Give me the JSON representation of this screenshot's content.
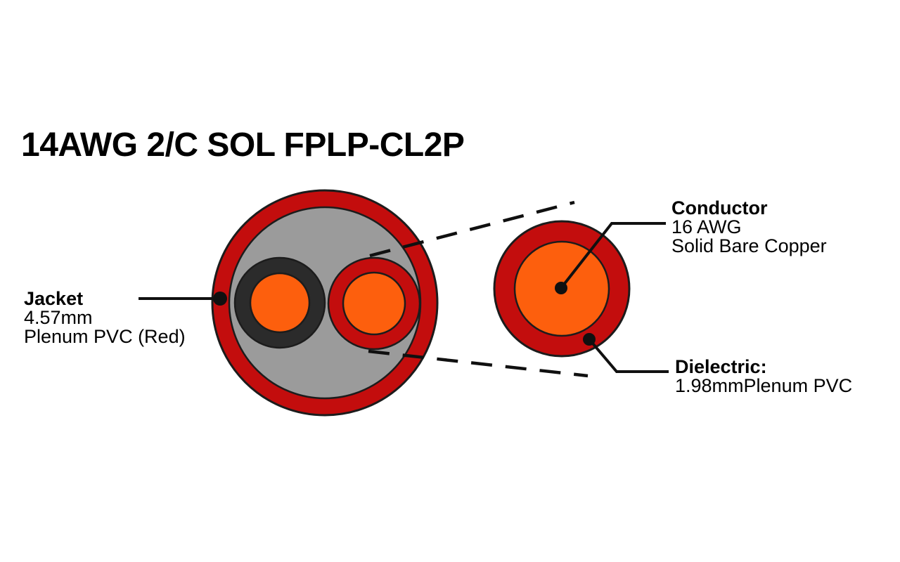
{
  "title": "14AWG 2/C SOL FPLP-CL2P",
  "colors": {
    "jacket_red": "#C30D0D",
    "conductor_orange": "#FD5F0D",
    "filler_gray": "#9B9B9B",
    "insulation_black": "#2B2B2B",
    "outline": "#1C1C1C",
    "leader": "#101010",
    "text": "#000000",
    "background": "#FFFFFF"
  },
  "labels": {
    "jacket": {
      "name": "Jacket",
      "spec": "4.57mm",
      "material": "Plenum PVC (Red)"
    },
    "conductor": {
      "name": "Conductor",
      "gauge": "16 AWG",
      "material": "Solid Bare Copper"
    },
    "dielectric": {
      "name": "Dielectric:",
      "spec": "1.98mmPlenum PVC"
    }
  }
}
